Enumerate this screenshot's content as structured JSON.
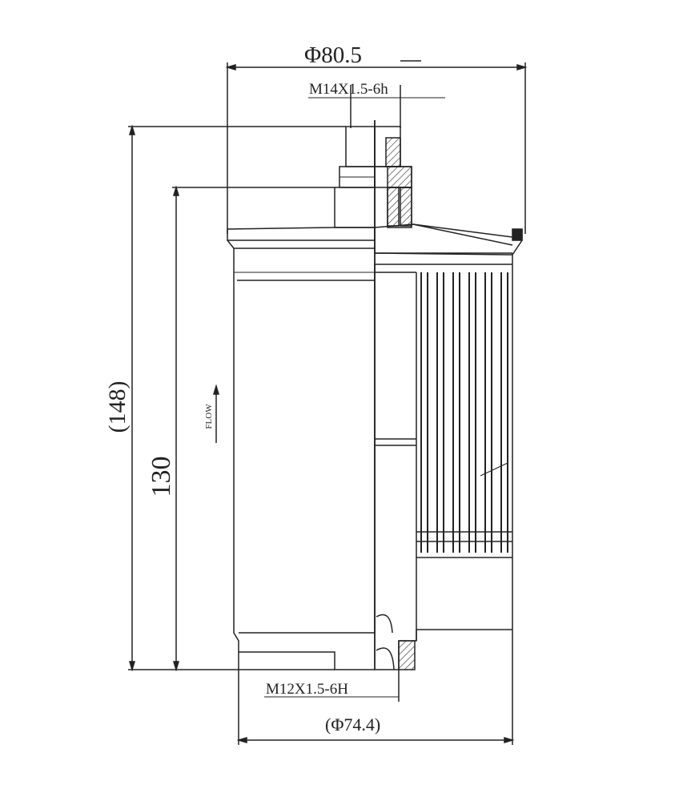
{
  "dimensions": {
    "outer_diameter": "Φ80.5",
    "top_thread": "M14X1.5-6h",
    "bottom_thread": "M12X1.5-6H",
    "bottom_diameter": "(Φ74.4)",
    "overall_height": "(148)",
    "body_height": "130"
  },
  "annotations": {
    "flow": "FLOW"
  },
  "colors": {
    "line": "#222222",
    "hatch": "#444444",
    "background": "#ffffff"
  }
}
